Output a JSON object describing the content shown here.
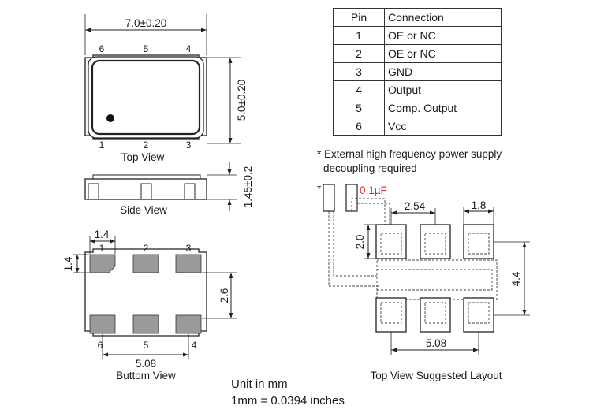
{
  "top_view": {
    "width_dim": "7.0±0.20",
    "height_dim": "5.0±0.20",
    "pins_top": [
      "6",
      "5",
      "4"
    ],
    "pins_bottom": [
      "1",
      "2",
      "3"
    ],
    "title": "Top View"
  },
  "side_view": {
    "height_dim": "1.45±0.2",
    "title": "Side View"
  },
  "bottom_view": {
    "pad_width_dim": "1.4",
    "pad_height_dim": "1.4",
    "row_gap_dim": "2.6",
    "pitch_dim": "5.08",
    "pins_top": [
      "1",
      "2",
      "3"
    ],
    "pins_bottom": [
      "6",
      "5",
      "4"
    ],
    "title": "Buttom View"
  },
  "pin_table": {
    "headers": [
      "Pin",
      "Connection"
    ],
    "rows": [
      {
        "pin": "1",
        "connection": "OE or NC"
      },
      {
        "pin": "2",
        "connection": "OE or NC"
      },
      {
        "pin": "3",
        "connection": "GND"
      },
      {
        "pin": "4",
        "connection": "Output"
      },
      {
        "pin": "5",
        "connection": "Comp. Output"
      },
      {
        "pin": "6",
        "connection": "Vcc"
      }
    ]
  },
  "note": {
    "line1": "* External high frequency power supply",
    "line2": "decoupling required"
  },
  "layout": {
    "asterisk": "*",
    "capacitor_label": "0.1µF",
    "capacitor_color": "#d9251c",
    "pitch_dim": "2.54",
    "pad_width_dim": "1.8",
    "pad_height_dim": "2.0",
    "row_dim": "4.4",
    "span_dim": "5.08",
    "title": "Top View Suggested Layout"
  },
  "units": {
    "line1": "Unit in mm",
    "line2": "1mm = 0.0394 inches"
  }
}
